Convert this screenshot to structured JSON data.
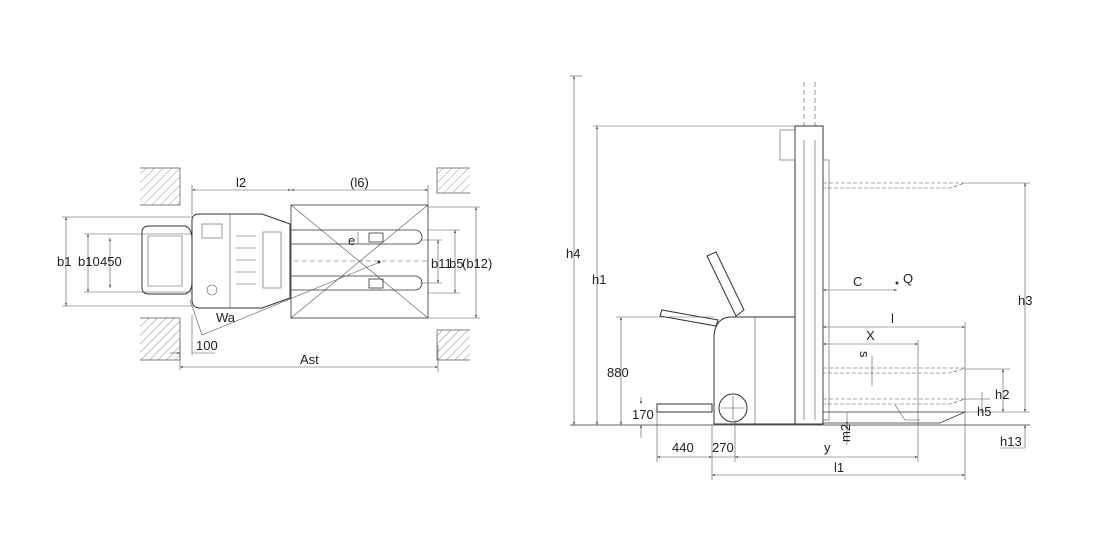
{
  "top_view": {
    "labels": {
      "l2": "l2",
      "l6": "(l6)",
      "b1": "b1",
      "b10": "b10",
      "w450": "450",
      "e": "e",
      "b11": "b11",
      "b5": "b5",
      "b12": "(b12)",
      "wa": "Wa",
      "d100": "100",
      "ast": "Ast"
    }
  },
  "side_view": {
    "labels": {
      "h4": "h4",
      "h1": "h1",
      "h3": "h3",
      "h13": "h13",
      "h2": "h2",
      "h5": "h5",
      "c": "C",
      "q": "Q",
      "l": "l",
      "x": "X",
      "s": "s",
      "d880": "880",
      "d170": "170",
      "d440": "440",
      "d270": "270",
      "y": "y",
      "m2": "m2",
      "l1": "l1"
    }
  }
}
